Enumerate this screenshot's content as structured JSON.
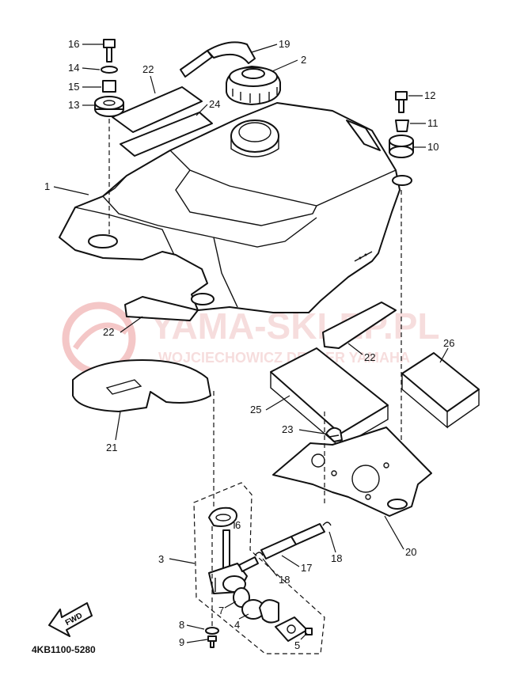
{
  "diagram": {
    "part_code": "4KB1100-5280",
    "fwd_label": "FWD",
    "watermark": {
      "line1": "YAMA-SKLEP.PL",
      "line2": "WOJCIECHOWICZ DEALER YAMAHA",
      "color": "#e8a0a0"
    },
    "callouts": [
      "1",
      "2",
      "3",
      "4",
      "5",
      "6",
      "7",
      "8",
      "9",
      "10",
      "11",
      "12",
      "13",
      "14",
      "15",
      "16",
      "17",
      "18",
      "18",
      "19",
      "20",
      "21",
      "22",
      "22",
      "22",
      "23",
      "24",
      "25",
      "26"
    ]
  }
}
